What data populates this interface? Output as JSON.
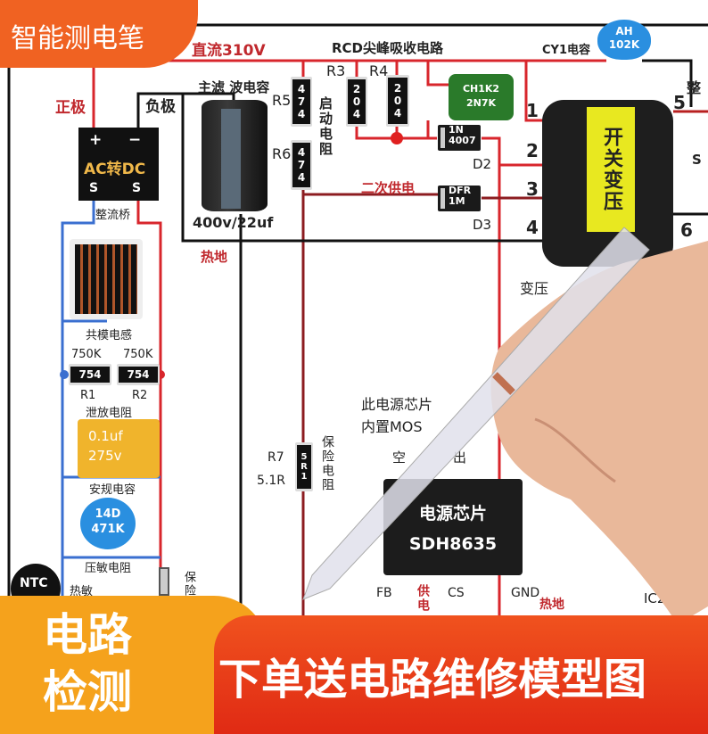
{
  "badge": {
    "title": "智能测电笔"
  },
  "diagram": {
    "dc310": "直流310V",
    "rcd": "RCD尖峰吸收电路",
    "cy1": "CY1电容",
    "cy1_code": [
      "AH",
      "102K"
    ],
    "positive": "正极",
    "negative": "负极",
    "bridge": {
      "plus": "+",
      "minus": "−",
      "label": "AC转DC",
      "s1": "S",
      "s2": "S",
      "name": "整流桥"
    },
    "main_cap": {
      "label": "主滤 波电容",
      "rating": "400v/22uf"
    },
    "r5": "R5",
    "r6": "R6",
    "r3": "R3",
    "r4": "R4",
    "code474": [
      "4",
      "7",
      "4"
    ],
    "code204": [
      "2",
      "0",
      "4"
    ],
    "startup": "启动电阻",
    "ch": [
      "CH1K2",
      "2N7K"
    ],
    "d2": {
      "code": [
        "1N",
        "4007"
      ],
      "name": "D2"
    },
    "d3": {
      "code": [
        "DFR",
        "1M"
      ],
      "name": "D3"
    },
    "secondary": "二次供电",
    "transformer": "开关变压",
    "pins": [
      "1",
      "2",
      "3",
      "4",
      "5",
      "6"
    ],
    "zheng": "整",
    "s": "S",
    "bianya": "变压",
    "hot_ground": "热地",
    "choke": "共模电感",
    "r1r2_val": [
      "750K",
      "750K"
    ],
    "r_code": [
      "754",
      "754"
    ],
    "r1": "R1",
    "r2": "R2",
    "bleed": "泄放电阻",
    "x_cap": [
      "0.1uf",
      "275v"
    ],
    "x_cap_name": "安规电容",
    "mov": [
      "14D",
      "471K"
    ],
    "mov_name": "压敏电阻",
    "ntc": "NTC",
    "thermistor": "热敏",
    "fuse": "保险",
    "r7": "R7",
    "r7_val": "5.1R",
    "r7_code": [
      "5",
      "R",
      "1"
    ],
    "fuse_res": "保险电阻",
    "chip_note": [
      "此电源芯片",
      "内置MOS"
    ],
    "empty": "空",
    "out": "出",
    "chip": [
      "电源芯片",
      "SDH8635"
    ],
    "pins_chip": {
      "fb": "FB",
      "vcc": "供电",
      "cs": "CS",
      "gnd": "GND"
    },
    "ic2": "IC2",
    "hot_ground2": "热地"
  },
  "banner": {
    "left": [
      "电路",
      "检测"
    ],
    "right": "下单送电路维修模型图"
  }
}
